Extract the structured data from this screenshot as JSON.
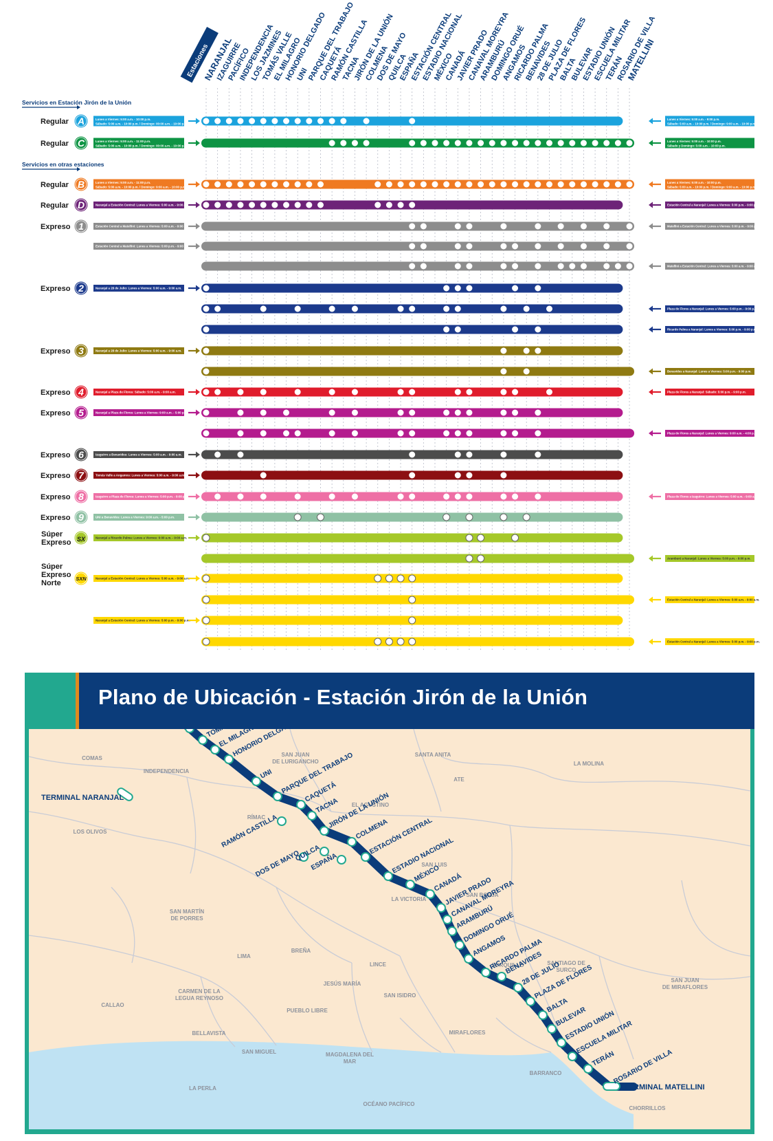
{
  "header": {
    "stations_tab": "Estaciones"
  },
  "stations": [
    "NARANJAL",
    "IZAGUIRRE",
    "PACÍFICO",
    "INDEPENDENCIA",
    "LOS JAZMINES",
    "TOMÁS VALLE",
    "EL MILAGRO",
    "HONORIO DELGADO",
    "UNI",
    "PARQUE DEL TRABAJO",
    "CAQUETÁ",
    "RAMÓN CASTILLA",
    "TACNA",
    "JIRÓN DE LA UNIÓN",
    "COLMENA",
    "DOS DE MAYO",
    "QUILCA",
    "ESPAÑA",
    "ESTACIÓN CENTRAL",
    "ESTADIO NACIONAL",
    "MÉXICO",
    "CANADÁ",
    "JAVIER PRADO",
    "CANAVAL MOREYRA",
    "ARAMBURÚ",
    "DOMINGO ORUÉ",
    "ANGAMOS",
    "RICARDO PALMA",
    "BENAVIDES",
    "28 DE JULIO",
    "PLAZA DE FLORES",
    "BALTA",
    "BULEVAR",
    "ESTADIO UNIÓN",
    "ESCUELA MILITAR",
    "TERÁN",
    "ROSARIO DE VILLA",
    "MATELLINI"
  ],
  "sections": [
    {
      "label": "Servicios en Estación Jirón de la Unión"
    },
    {
      "label": "Servicios en otras estaciones"
    }
  ],
  "colors": {
    "A": "#1ba3dd",
    "C": "#0e9444",
    "B": "#ef7a22",
    "D": "#6d2378",
    "1": "#8d8d8d",
    "2": "#1c3a8c",
    "3": "#8f7a12",
    "4": "#e01c2c",
    "5": "#b41c8e",
    "6": "#4c4c4c",
    "7": "#8c0f12",
    "8": "#ee6fa5",
    "9": "#8fc1a4",
    "SX": "#a5c829",
    "SXN": "#ffd800",
    "navy": "#0b3c7a",
    "teal": "#22a88f",
    "orange": "#e08a1e",
    "land": "#fbe8d0",
    "sea": "#bfe2f3"
  },
  "services": [
    {
      "type": "Regular",
      "badge": "A",
      "badge_text": "A",
      "color": "#1ba3dd",
      "rows": [
        {
          "stops": [
            0,
            1,
            2,
            3,
            4,
            5,
            6,
            7,
            8,
            9,
            10,
            11,
            12,
            14,
            18
          ],
          "end": 36,
          "left_info": [
            "Lunes a Viernes: 5:00 a.m. - 10:00 p.m.",
            "Sábado: 5:00 a.m. - 10:00 p.m. / Domingo: 00:00 a.m. - 10:00 p.m."
          ],
          "right_info": [
            "Lunes a Viernes: 5:00 a.m. - 9:00 p.m.",
            "Sábado: 5:00 a.m. - 10:00 p.m. / Domingo: 9:00 a.m. - 10:00 p.m."
          ]
        }
      ]
    },
    {
      "type": "Regular",
      "badge": "C",
      "badge_text": "C",
      "color": "#0e9444",
      "rows": [
        {
          "stops": [
            11,
            12,
            13,
            14,
            18,
            19,
            20,
            21,
            22,
            23,
            24,
            25,
            26,
            27,
            28,
            29,
            30,
            31,
            32,
            33,
            34,
            35,
            36,
            37
          ],
          "end": 37,
          "left_info": [
            "Lunes a Viernes: 5:00 a.m. - 11:00 p.m.",
            "Sábado: 5:00 a.m. - 10:00 p.m. / Domingo: 00:00 a.m. - 10:00 p.m."
          ],
          "right_info": [
            "Lunes a Viernes: 5:00 a.m. - 10:00 p.m.",
            "Sábado y Domingo: 5:00 a.m. - 10:00 p.m."
          ]
        }
      ]
    },
    {
      "type": "Regular",
      "badge": "B",
      "badge_text": "B",
      "color": "#ef7a22",
      "rows": [
        {
          "stops": [
            0,
            1,
            2,
            3,
            4,
            5,
            6,
            7,
            8,
            9,
            10,
            15,
            16,
            17,
            18,
            19,
            20,
            21,
            22,
            23,
            24,
            25,
            26,
            27,
            28,
            29,
            30,
            31,
            32,
            33,
            34,
            35,
            36,
            37
          ],
          "end": 37,
          "left_info": [
            "Lunes a Viernes: 5:00 a.m. - 11:00 p.m.",
            "Sábado: 5:00 a.m. - 10:00 p.m. / Domingo: 9:00 a.m. - 10:00 p.m."
          ],
          "right_info": [
            "Lunes a Viernes: 5:00 a.m. - 10:00 p.m.",
            "Sábado: 5:00 a.m. - 10:00 p.m. / Domingo: 9:00 a.m. - 10:00 p.m."
          ]
        }
      ]
    },
    {
      "type": "Regular",
      "badge": "D",
      "badge_text": "D",
      "color": "#6d2378",
      "rows": [
        {
          "stops": [
            0,
            1,
            2,
            3,
            4,
            5,
            6,
            7,
            8,
            9,
            10,
            15,
            16,
            17,
            18
          ],
          "end": 36,
          "left_info": [
            "Naranjal a Estación Central: Lunes a Viernes: 5:00 a.m. - 9:00 a.m."
          ],
          "right_info": [
            "Estación Central a Naranjal: Lunes a Viernes: 5:00 p.m. - 9:00 p.m."
          ]
        }
      ]
    },
    {
      "type": "Expreso",
      "badge": "1",
      "badge_text": "1",
      "color": "#8d8d8d",
      "rows": [
        {
          "stops": [
            18,
            19,
            22,
            23,
            26,
            29,
            31,
            33,
            35,
            37
          ],
          "end": 37,
          "left_info": [
            "Estación Central a Matellini: Lunes a Viernes: 5:00 a.m. - 9:00 a.m."
          ],
          "right_info": [
            "Matellini a Estación Central: Lunes a Viernes: 5:00 p.m. - 9:00 p.m."
          ]
        },
        {
          "stops": [
            18,
            19,
            22,
            23,
            26,
            27,
            29,
            31,
            33,
            35,
            37
          ],
          "end": 37,
          "left_info": [
            "Estación Central a Matellini: Lunes a Viernes: 5:00 p.m. - 9:00 p.m."
          ],
          "right_info": []
        },
        {
          "stops": [
            18,
            19,
            22,
            23,
            26,
            27,
            29,
            31,
            32,
            33,
            35,
            36,
            37
          ],
          "end": 37,
          "left_info": [],
          "right_info": [
            "Matellini a Estación Central: Lunes a Viernes: 5:00 a.m. - 9:00 a.m."
          ]
        }
      ]
    },
    {
      "type": "Expreso",
      "badge": "2",
      "badge_text": "2",
      "color": "#1c3a8c",
      "rows": [
        {
          "stops": [
            0,
            21,
            22,
            23,
            27,
            29
          ],
          "end": 36,
          "left_info": [
            "Naranjal a 28 de Julio: Lunes a Viernes: 5:00 a.m. - 9:00 a.m."
          ],
          "right_info": []
        },
        {
          "stops": [
            0,
            1,
            5,
            8,
            11,
            13,
            17,
            18,
            21,
            22,
            26,
            28,
            30
          ],
          "end": 36,
          "left_info": [],
          "right_info": [
            "Plaza de Flores a Naranjal: Lunes a Viernes: 5:00 p.m. - 9:00 p.m."
          ]
        },
        {
          "stops": [
            0,
            21,
            22,
            27,
            29
          ],
          "end": 36,
          "left_info": [],
          "right_info": [
            "Ricardo Palma a Naranjal: Lunes a Viernes: 5:00 p.m. - 9:00 p.m."
          ]
        }
      ]
    },
    {
      "type": "Expreso",
      "badge": "3",
      "badge_text": "3",
      "color": "#8f7a12",
      "rows": [
        {
          "stops": [
            0,
            26,
            28,
            29
          ],
          "end": 36,
          "left_info": [
            "Naranjal a 28 de Julio: Lunes a Viernes: 5:00 a.m. - 9:00 a.m."
          ],
          "right_info": []
        },
        {
          "stops": [
            0,
            26,
            28
          ],
          "end": 37,
          "left_info": [],
          "right_info": [
            "Benavides a Naranjal: Lunes a Viernes: 5:00 p.m. - 9:00 p.m."
          ]
        }
      ]
    },
    {
      "type": "Expreso",
      "badge": "4",
      "badge_text": "4",
      "color": "#e01c2c",
      "rows": [
        {
          "stops": [
            0,
            1,
            3,
            5,
            8,
            11,
            13,
            17,
            18,
            22,
            23,
            26,
            27,
            30
          ],
          "end": 36,
          "left_info": [
            "Naranjal a Plaza de Flores: Sábado: 5:00 a.m. - 9:00 a.m."
          ],
          "right_info": [
            "Plaza de Flores a Naranjal: Sábado: 5:00 p.m. - 9:00 p.m."
          ]
        }
      ]
    },
    {
      "type": "Expreso",
      "badge": "5",
      "badge_text": "5",
      "color": "#b41c8e",
      "rows": [
        {
          "stops": [
            0,
            3,
            5,
            7,
            11,
            13,
            17,
            18,
            21,
            22,
            23,
            26,
            27,
            29
          ],
          "end": 36,
          "left_info": [
            "Naranjal a Plaza de Flores: Lunes a Viernes: 9:00 a.m. - 5:00 p.m."
          ],
          "right_info": []
        },
        {
          "stops": [
            0,
            3,
            5,
            7,
            8,
            11,
            13,
            17,
            18,
            21,
            22,
            23,
            26,
            27,
            29
          ],
          "end": 37,
          "left_info": [],
          "right_info": [
            "Plaza de Flores a Naranjal: Lunes a Viernes: 9:00 a.m. - 4:00 p.m."
          ]
        }
      ]
    },
    {
      "type": "Expreso",
      "badge": "6",
      "badge_text": "6",
      "color": "#4c4c4c",
      "rows": [
        {
          "stops": [
            1,
            3,
            18,
            22,
            23,
            26,
            29
          ],
          "end": 36,
          "left_info": [
            "Izaguirre a Benavides: Lunes a Viernes: 5:00 a.m. - 9:00 a.m."
          ],
          "right_info": []
        }
      ]
    },
    {
      "type": "Expreso",
      "badge": "7",
      "badge_text": "7",
      "color": "#8c0f12",
      "rows": [
        {
          "stops": [
            5,
            18,
            22,
            23,
            26
          ],
          "end": 36,
          "left_info": [
            "Tomás Valle a Angamos: Lunes a Viernes: 5:00 a.m. - 9:00 a.m."
          ],
          "right_info": []
        }
      ]
    },
    {
      "type": "Expreso",
      "badge": "8",
      "badge_text": "8",
      "color": "#ee6fa5",
      "rows": [
        {
          "stops": [
            1,
            3,
            5,
            8,
            11,
            13,
            17,
            18,
            21,
            22,
            23,
            26,
            27,
            29
          ],
          "end": 36,
          "left_info": [
            "Izaguirre a Plaza de Flores: Lunes a Viernes: 5:00 p.m. - 9:00 p.m."
          ],
          "right_info": [
            "Plaza de Flores a Izaguirre: Lunes a Viernes: 5:00 a.m. - 9:00 a.m."
          ]
        }
      ]
    },
    {
      "type": "Expreso",
      "badge": "9",
      "badge_text": "9",
      "color": "#8fc1a4",
      "rows": [
        {
          "stops": [
            8,
            10,
            21,
            23,
            26,
            28
          ],
          "end": 36,
          "left_info": [
            "UNI a Benavides: Lunes a Viernes: 9:00 a.m. - 5:00 p.m."
          ],
          "right_info": []
        }
      ]
    },
    {
      "type": "Súper Expreso",
      "badge": "SX",
      "badge_text": "SX",
      "color": "#a5c829",
      "rows": [
        {
          "stops": [
            0,
            23,
            24,
            27
          ],
          "end": 36,
          "left_info": [
            "Naranjal a Ricardo Palma: Lunes a Viernes: 6:00 a.m. - 9:00 a.m."
          ],
          "right_info": []
        },
        {
          "stops": [
            23,
            24
          ],
          "end": 37,
          "left_info": [],
          "right_info": [
            "Aramburú a Naranjal: Lunes a Viernes: 5:00 p.m. - 9:00 p.m."
          ]
        }
      ]
    },
    {
      "type": "Súper Expreso Norte",
      "badge": "SXN",
      "badge_text": "SXN",
      "color": "#ffd800",
      "rows": [
        {
          "stops": [
            0,
            15,
            16,
            17,
            18
          ],
          "end": 36,
          "left_info": [
            "Naranjal a Estación Central: Lunes a Viernes: 5:00 a.m. - 9:00 a.m."
          ],
          "right_info": []
        },
        {
          "stops": [
            0,
            18
          ],
          "end": 37,
          "left_info": [],
          "right_info": [
            "Estación Central a Naranjal: Lunes a Viernes: 5:00 a.m. - 9:00 a.m."
          ]
        },
        {
          "stops": [
            0,
            18
          ],
          "end": 36,
          "left_info": [
            "Naranjal a Estación Central: Lunes a Viernes: 5:00 p.m. - 9:00 p.m."
          ],
          "right_info": []
        },
        {
          "stops": [
            0,
            15,
            16,
            17,
            18
          ],
          "end": 37,
          "left_info": [],
          "right_info": [
            "Estación Central a Naranjal: Lunes a Viernes: 5:00 p.m. - 9:00 p.m."
          ]
        }
      ]
    }
  ],
  "map": {
    "title": "Plano de Ubicación - Estación Jirón de la Unión",
    "terminal_north": "TERMINAL NARANJAL",
    "terminal_south": "TERMINAL MATELLINI",
    "districts": [
      "COMAS",
      "INDEPENDENCIA",
      "SAN JUAN DE LURIGANCHO",
      "SANTA ANITA",
      "LA MOLINA",
      "ATE",
      "EL AGUSTINO",
      "LOS OLIVOS",
      "RÍMAC",
      "SAN LUIS",
      "SAN BORJA",
      "LA VICTORIA",
      "SAN MARTÍN DE PORRES",
      "LIMA",
      "BREÑA",
      "LINCE",
      "JESÚS MARÍA",
      "SURQUILLO",
      "SANTIAGO DE SURCO",
      "SAN JUAN DE MIRAFLORES",
      "CARMEN DE LA LEGUA REYNOSO",
      "PUEBLO LIBRE",
      "SAN ISIDRO",
      "CALLAO",
      "BELLAVISTA",
      "SAN MIGUEL",
      "MAGDALENA DEL MAR",
      "MIRAFLORES",
      "BARRANCO",
      "LA PERLA",
      "OCÉANO PACÍFICO",
      "CHORRILLOS"
    ],
    "station_labels": [
      "IZAGUIRRE",
      "PACÍFICO",
      "INDEPENDENCIA",
      "LOS JAZMINES",
      "TOMÁS VALLE",
      "EL MILAGRO",
      "HONORIO DELGADO",
      "UNI",
      "PARQUE DEL TRABAJO",
      "CAQUETÁ",
      "RAMÓN CASTILLA",
      "TACNA",
      "JIRÓN DE LA UNIÓN",
      "COLMENA",
      "DOS DE MAYO",
      "QUILCA",
      "ESPAÑA",
      "ESTACIÓN CENTRAL",
      "ESTADIO NACIONAL",
      "MÉXICO",
      "CANADÁ",
      "JAVIER PRADO",
      "CANAVAL MOREYRA",
      "ARAMBURÚ",
      "DOMINGO ORUÉ",
      "ANGAMOS",
      "RICARDO PALMA",
      "BENAVIDES",
      "28 DE JULIO",
      "PLAZA DE FLORES",
      "BALTA",
      "BULEVAR",
      "ESTADIO UNIÓN",
      "ESCUELA MILITAR",
      "TERÁN",
      "ROSARIO DE VILLA"
    ]
  }
}
